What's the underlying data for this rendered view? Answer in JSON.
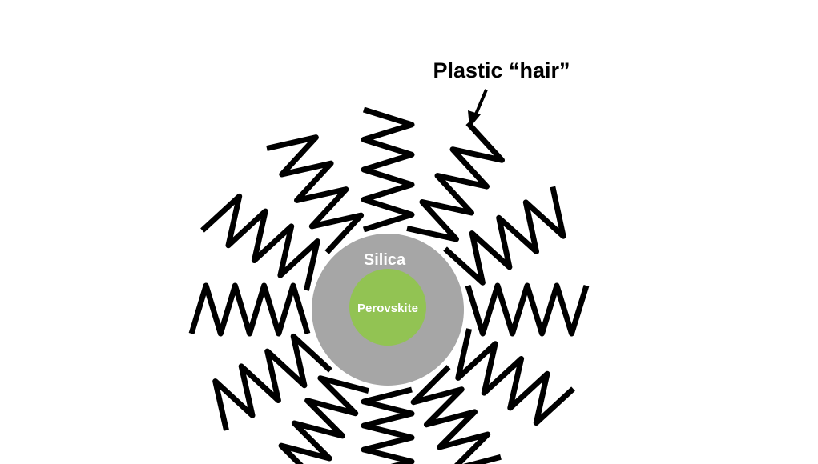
{
  "labels": {
    "hair": "Plastic “hair”",
    "shell": "Silica",
    "core": "Perovskite"
  },
  "colors": {
    "background": "#ffffff",
    "shell": "#a6a6a6",
    "core": "#92c353",
    "hair": "#000000",
    "shell_text": "#ffffff",
    "core_text": "#ffffff",
    "label_text": "#000000"
  }
}
